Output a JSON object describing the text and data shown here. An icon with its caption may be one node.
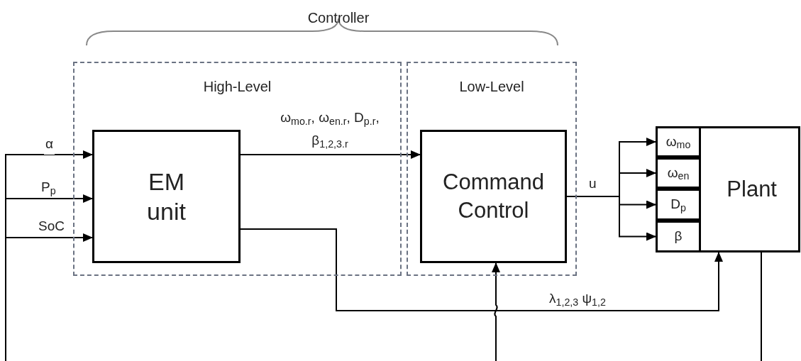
{
  "diagram": {
    "nodes": [
      {
        "text": [
          "High-Level"
        ]
      },
      {
        "text": [
          "Low-Level"
        ]
      },
      {
        "text": [
          "EM unit"
        ],
        "in": 0
      },
      {
        "text": [
          "Command Control"
        ],
        "in": 1
      },
      {
        "text": [
          "Plant"
        ]
      },
      {
        "text": [
          "ω$_{mo}$"
        ],
        "in": 4
      },
      {
        "text": [
          "ω$_{en}$"
        ],
        "in": 4
      },
      {
        "text": [
          "D$_{p}$"
        ],
        "in": 4
      },
      {
        "text": [
          "β"
        ],
        "in": 4
      }
    ],
    "edges": [
      {
        "from": null,
        "to": 2,
        "arrow": "to",
        "label": "α"
      },
      {
        "from": null,
        "to": 2,
        "arrow": "to",
        "label": "P$_{p}$"
      },
      {
        "from": null,
        "to": 2,
        "arrow": "to",
        "label": "SoC"
      },
      {
        "from": 2,
        "to": 3,
        "arrow": "to",
        "label": "ω$_{mo.r}$, ω$_{en.r}$, D$_{p.r}$, β$_{1,2,3.r}$"
      },
      {
        "from": 3,
        "to": 5,
        "arrow": "to",
        "label": "u"
      },
      {
        "from": 3,
        "to": 6,
        "arrow": "to"
      },
      {
        "from": 3,
        "to": 7,
        "arrow": "to"
      },
      {
        "from": 3,
        "to": 8,
        "arrow": "to"
      },
      {
        "from": 2,
        "to": 4,
        "arrow": "to",
        "label": "λ$_{1,2,3}$ ψ$_{1,2}$"
      },
      {
        "from": null,
        "to": 3,
        "arrow": "to"
      },
      {
        "from": 4,
        "to": null,
        "arrow": "none"
      }
    ],
    "labels": [
      "Controller"
    ]
  }
}
